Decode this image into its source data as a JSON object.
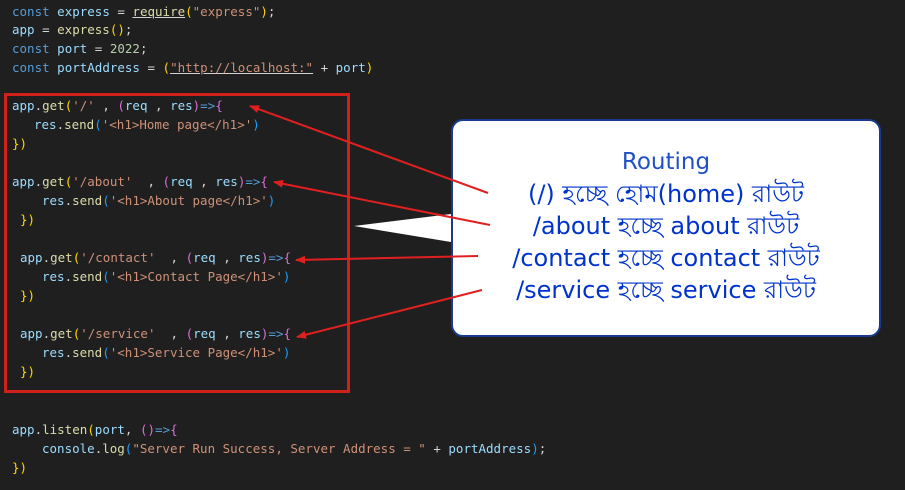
{
  "code": {
    "decl": {
      "const1": "const",
      "express_var": "express",
      "eq": " = ",
      "require_fn": "require",
      "require_arg": "\"express\"",
      "require_end": ";",
      "app_var": "app",
      "express_call": "express",
      "call_end": ";",
      "const2": "const",
      "port_var": "port",
      "port_val": "2022",
      "port_end": ";",
      "const3": "const",
      "portaddr_var": "portAddress",
      "url_str": "\"http://localhost:\"",
      "plus": " + ",
      "port_ref": "port"
    },
    "routes": [
      {
        "path": "'/'",
        "body": "'<h1>Home page</h1>'"
      },
      {
        "path": "'/about'",
        "body": "'<h1>About page</h1>'"
      },
      {
        "path": "'/contact'",
        "body": "'<h1>Contact Page</h1>'"
      },
      {
        "path": "'/service'",
        "body": "'<h1>Service Page</h1>'"
      }
    ],
    "route_tokens": {
      "app": "app",
      "get": "get",
      "req": "req",
      "res": "res",
      "send": "send",
      "res2": "res",
      "close": "})"
    },
    "listen": {
      "app": "app",
      "listen": "listen",
      "port": "port",
      "console": "console",
      "log": "log",
      "msg": "\"Server Run Success, Server Address = \"",
      "plus": " + ",
      "addr": "portAddress",
      "end": ";",
      "close": "})"
    }
  },
  "callout": {
    "title": "Routing",
    "lines": [
      "(/) হচ্ছে হোম(home) রাউট",
      "/about হচ্ছে about রাউট",
      "/contact হচ্ছে contact রাউট",
      "/service হচ্ছে service রাউট"
    ]
  },
  "colors": {
    "background": "#1f1f1f",
    "keyword": "#569cd6",
    "string": "#ce9178",
    "function": "#dcdcaa",
    "highlight_border": "#d0201a",
    "arrow": "#e02020",
    "callout_text": "#0033cc"
  }
}
